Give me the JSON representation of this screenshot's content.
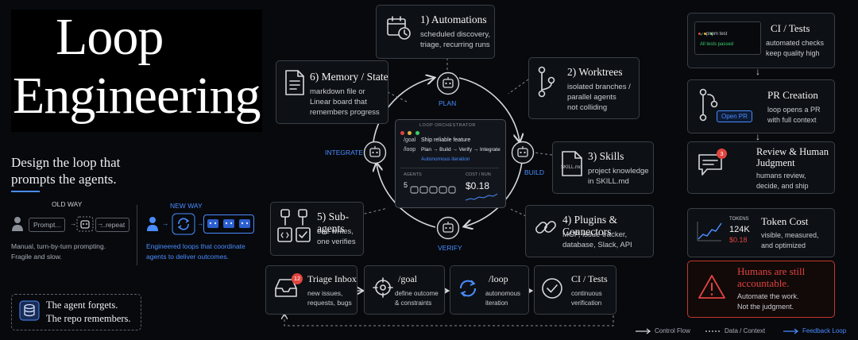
{
  "hero": {
    "title_line1": "Loop",
    "title_line2": "Engineering",
    "tagline_line1": "Design the loop that",
    "tagline_line2": "prompts the agents."
  },
  "compare": {
    "old_label": "OLD WAY",
    "old_prompt": "Prompt...",
    "old_repeat": "...repeat",
    "old_desc_line1": "Manual, turn-by-turn prompting.",
    "old_desc_line2": "Fragile and slow.",
    "new_label": "NEW WAY",
    "new_desc_line1": "Engineered loops that coordinate",
    "new_desc_line2": "agents to deliver outcomes."
  },
  "memory_note": {
    "line1": "The agent forgets.",
    "line2": "The repo remembers."
  },
  "loop_nodes": {
    "plan": "PLAN",
    "build": "BUILD",
    "verify": "VERIFY",
    "integrate": "INTEGRATE"
  },
  "orchestrator": {
    "header": "LOOP ORCHESTRATOR",
    "goal_cmd": "/goal",
    "goal_text": "Ship reliable feature",
    "loop_cmd": "/loop",
    "loop_text": "Plan → Build → Verify → Integrate",
    "mode": "Autonomous iteration",
    "agents_label": "AGENTS",
    "agents_count": "5",
    "cost_label": "COST / RUN",
    "cost_value": "$0.18"
  },
  "cards": {
    "automations": {
      "title": "1) Automations",
      "line1": "scheduled discovery,",
      "line2": "triage, recurring runs"
    },
    "worktrees": {
      "title": "2) Worktrees",
      "line1": "isolated branches /",
      "line2": "parallel agents",
      "line3": "not colliding"
    },
    "skills": {
      "title": "3) Skills",
      "line1": "project knowledge",
      "line2": "in SKILL.md",
      "file": "SKILL.md"
    },
    "plugins": {
      "title": "4) Plugins & Connectors",
      "line1": "MCP, issue tracker,",
      "line2": "database, Slack, API"
    },
    "subagents": {
      "title": "5) Sub-agents",
      "line1": "one writes,",
      "line2": "one verifies"
    },
    "memory": {
      "title": "6) Memory / State",
      "line1": "markdown file or",
      "line2": "Linear board that",
      "line3": "remembers progress"
    }
  },
  "flow": {
    "triage": {
      "title": "Triage Inbox",
      "badge": "12",
      "line1": "new issues,",
      "line2": "requests, bugs"
    },
    "goal": {
      "title": "/goal",
      "line1": "define outcome",
      "line2": "& constraints"
    },
    "loop": {
      "title": "/loop",
      "line1": "autonomous",
      "line2": "iteration"
    },
    "ci": {
      "title": "CI / Tests",
      "line1": "continuous",
      "line2": "verification"
    }
  },
  "right": {
    "ci": {
      "title": "CI / Tests",
      "line1": "automated checks",
      "line2": "keep quality high",
      "term_cmd": "pnpm test",
      "term_result": "All tests passed"
    },
    "pr": {
      "title": "PR Creation",
      "line1": "loop opens a PR",
      "line2": "with full context",
      "button": "Open PR"
    },
    "review": {
      "title_line1": "Review & Human",
      "title_line2": "Judgment",
      "line1": "humans review,",
      "line2": "decide, and ship",
      "badge": "3"
    },
    "cost": {
      "title": "Token Cost",
      "line1": "visible, measured,",
      "line2": "and optimized",
      "tokens_label": "TOKENS",
      "tokens_value": "124K",
      "cost_value": "$0.18"
    },
    "accountable": {
      "title_line1": "Humans are still",
      "title_line2": "accountable.",
      "line1": "Automate the work.",
      "line2": "Not the judgment."
    }
  },
  "legend": {
    "control": "Control Flow",
    "data": "Data / Context",
    "feedback": "Feedback Loop"
  },
  "colors": {
    "accent_blue": "#4a8cff",
    "alert_red": "#e0443e",
    "success_green": "#3ecf6a"
  }
}
